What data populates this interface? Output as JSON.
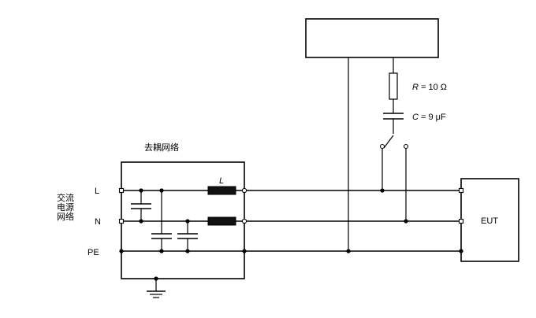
{
  "network_title": "去耦网络",
  "ac_label": [
    "交流",
    "电源",
    "网络"
  ],
  "lines": {
    "L": "L",
    "N": "N",
    "PE": "PE"
  },
  "inductor_label": "L",
  "resistor": {
    "symbol": "R",
    "value": " = 10 Ω"
  },
  "capacitor": {
    "symbol": "C",
    "value": " = 9 μF"
  },
  "eut_label": "EUT"
}
